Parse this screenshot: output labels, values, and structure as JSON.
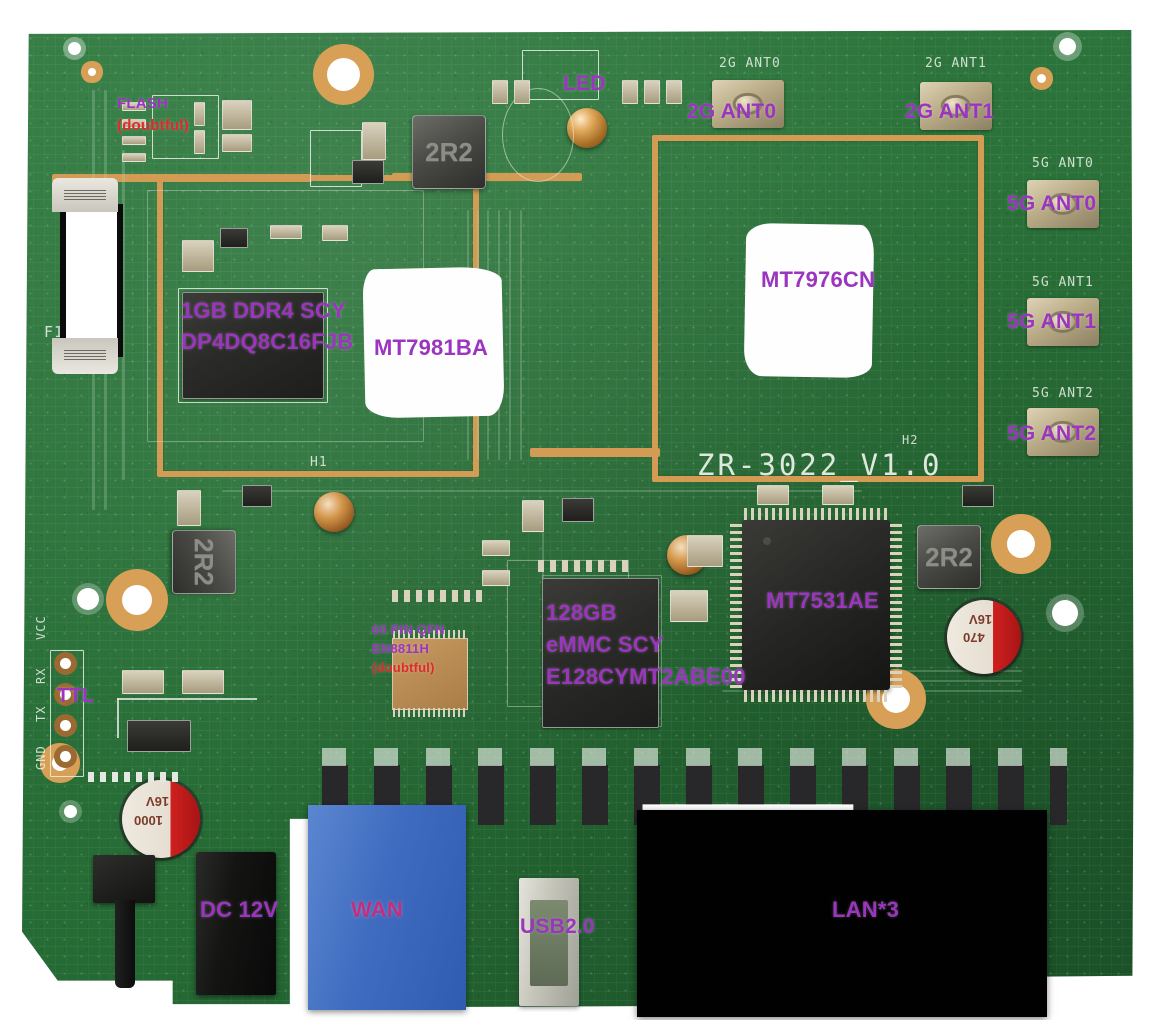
{
  "image": {
    "subject": "annotated router mainboard photograph",
    "board_revision_silkscreen": "ZR-3022_V1.0",
    "background_color": "#ffffff",
    "pcb_color": "#2a7139",
    "annotation_color": "#9b35c0",
    "annotation_warning_color": "#e02a2a",
    "annotation_pink_color": "#c0307f"
  },
  "annotations": {
    "flash": {
      "label": "FLASH",
      "note": "(doubtful)"
    },
    "led": {
      "label": "LED"
    },
    "ant_2g_0": {
      "label": "2G ANT0"
    },
    "ant_2g_1": {
      "label": "2G ANT1"
    },
    "ant_5g_0": {
      "label": "5G ANT0"
    },
    "ant_5g_1": {
      "label": "5G ANT1"
    },
    "ant_5g_2": {
      "label": "5G ANT2"
    },
    "ddr": {
      "line1": "1GB DDR4 SCY",
      "line2": "DP4DQ8C16FJB"
    },
    "soc": {
      "label": "MT7981BA"
    },
    "wifi": {
      "label": "MT7976CN"
    },
    "switch_chip": {
      "label": "MT7531AE"
    },
    "emmc": {
      "line1": "128GB",
      "line2": "eMMC SCY",
      "line3": "E128CYMT2ABE00"
    },
    "phy": {
      "line1": "60 PIN QFN",
      "line2": "EN8811H",
      "line3": "(doubtful)"
    },
    "ttl": {
      "label": "TTL"
    },
    "dc": {
      "label": "DC 12V"
    },
    "wan": {
      "label": "WAN"
    },
    "usb": {
      "label": "USB2.0"
    },
    "lan": {
      "label": "LAN*3"
    }
  },
  "silkscreen": {
    "board_rev": "ZR-3022_V1.0",
    "h1": "H1",
    "h2": "H2",
    "ant_2g_ant0": "2G ANT0",
    "ant_2g_ant1": "2G ANT1",
    "ant_5g_ant0": "5G ANT0",
    "ant_5g_ant1": "5G ANT1",
    "ant_5g_ant2": "5G ANT2",
    "uart_vcc": "VCC",
    "uart_rx": "RX",
    "uart_tx": "TX",
    "uart_gnd": "GND",
    "fuse": "F1"
  },
  "components": {
    "inductor_top": "2R2",
    "inductor_left": "2R2",
    "inductor_right": "2R2",
    "cap_470": {
      "value": "470",
      "voltage": "16V"
    },
    "cap_1000": {
      "value": "1000",
      "voltage": "16V"
    }
  }
}
